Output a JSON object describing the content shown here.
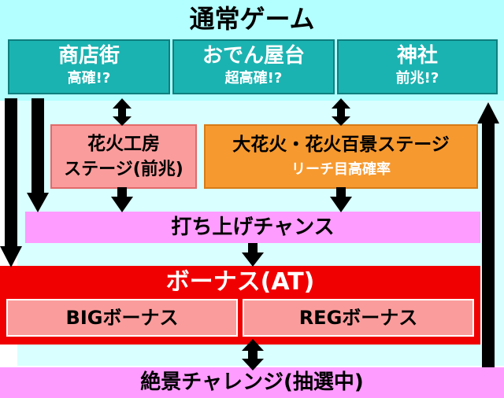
{
  "title": "通常ゲーム",
  "zones": [
    {
      "name": "商店街",
      "odds": "高確!?"
    },
    {
      "name": "おでん屋台",
      "odds": "超高確!?"
    },
    {
      "name": "神社",
      "odds": "前兆!?"
    }
  ],
  "stage_small": {
    "line1": "花火工房",
    "line2": "ステージ(前兆)"
  },
  "stage_large": {
    "line1": "大花火・花火百景ステージ",
    "line2": "リーチ目高確率"
  },
  "chance": "打ち上げチャンス",
  "bonus": {
    "title": "ボーナス(AT)",
    "big": "BIGボーナス",
    "reg": "REGボーナス"
  },
  "challenge": "絶景チャレンジ(抽選中)",
  "colors": {
    "teal": "#1bb3b1",
    "light_cyan": "#b3ffff",
    "salmon": "#fb9c9c",
    "orange": "#f6992f",
    "violet": "#ff9cff",
    "red": "#f00000",
    "arrow": "#000000"
  }
}
